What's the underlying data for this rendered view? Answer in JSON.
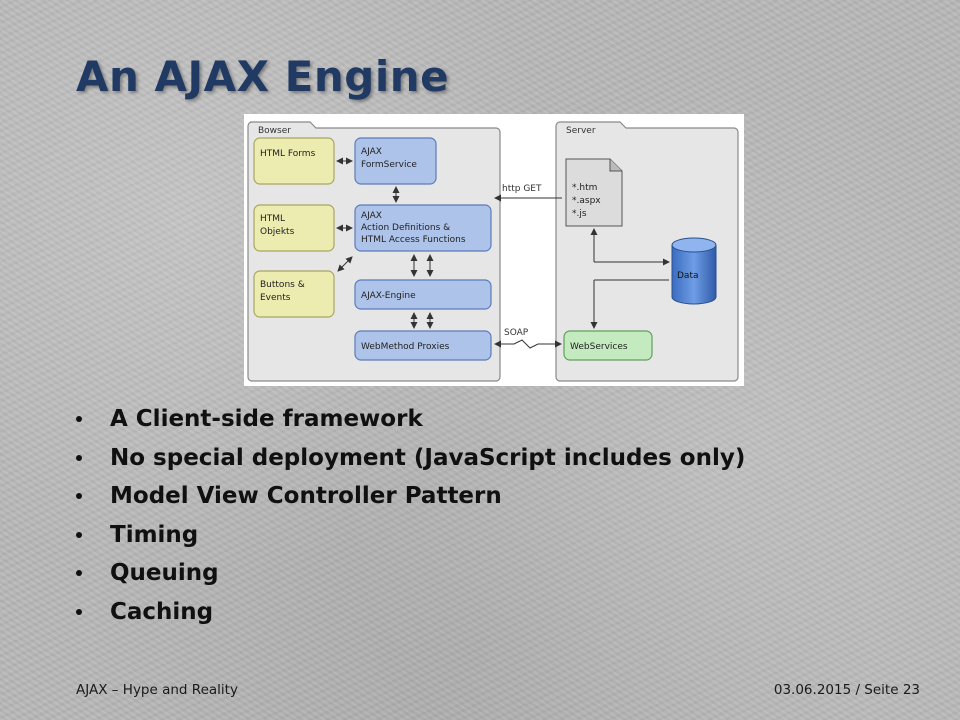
{
  "slide": {
    "title": "An AJAX Engine",
    "bullets": [
      "A Client-side framework",
      "No special deployment (JavaScript includes only)",
      "Model View Controller Pattern",
      "Timing",
      "Queuing",
      "Caching"
    ],
    "footer": {
      "left": "AJAX – Hype and Reality",
      "right": "03.06.2015 / Seite 23"
    }
  },
  "diagram": {
    "browser_label": "Bowser",
    "server_label": "Server",
    "browser_items": [
      [
        "HTML Forms"
      ],
      [
        "HTML",
        "Objekts"
      ],
      [
        "Buttons &",
        "Events"
      ]
    ],
    "ajax_items": [
      [
        "AJAX",
        "FormService"
      ],
      [
        "AJAX",
        "Action Definitions &",
        "HTML Access Functions"
      ],
      [
        "AJAX-Engine"
      ],
      [
        "WebMethod Proxies"
      ]
    ],
    "files": [
      "*.htm",
      "*.aspx",
      "*.js"
    ],
    "data_label": "Data",
    "webservices_label": "WebServices",
    "http_get_label": "http GET",
    "soap_label": "SOAP",
    "colors": {
      "yellow_fill": "#ecebb0",
      "yellow_stroke": "#a8a660",
      "blue_fill": "#aec3ea",
      "blue_stroke": "#5b7bb8",
      "green_fill": "#c4eac0",
      "green_stroke": "#5fa05a",
      "cylinder": "#4a7fd0",
      "panel": "#ffffff",
      "title_color": "#203a64"
    }
  }
}
